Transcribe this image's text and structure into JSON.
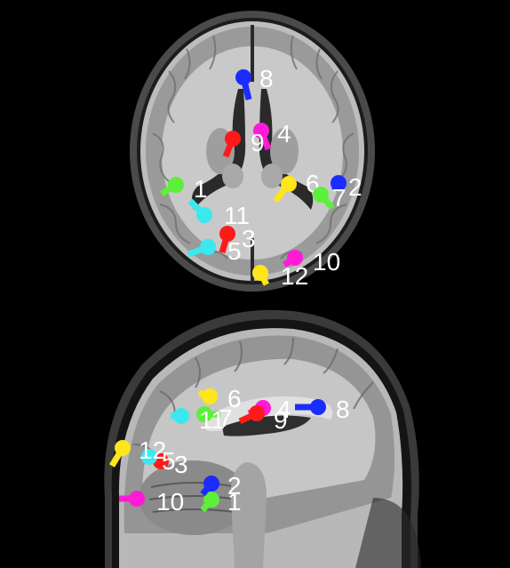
{
  "colors": {
    "background": "#000000",
    "red": "#ff1a1a",
    "blue": "#1a2cff",
    "magenta": "#ff1ad8",
    "green": "#5cf03a",
    "cyan": "#3ae8f0",
    "yellow": "#ffe61a",
    "label": "#ffffff"
  },
  "views": [
    {
      "name": "axial-view",
      "markers": [
        {
          "label": "1",
          "color": "green"
        },
        {
          "label": "2",
          "color": "blue"
        },
        {
          "label": "3",
          "color": "red"
        },
        {
          "label": "4",
          "color": "magenta"
        },
        {
          "label": "5",
          "color": "cyan"
        },
        {
          "label": "6",
          "color": "yellow"
        },
        {
          "label": "7",
          "color": "green"
        },
        {
          "label": "8",
          "color": "blue"
        },
        {
          "label": "9",
          "color": "red"
        },
        {
          "label": "10",
          "color": "magenta"
        },
        {
          "label": "11",
          "color": "cyan"
        },
        {
          "label": "12",
          "color": "yellow"
        }
      ]
    },
    {
      "name": "sagittal-view",
      "markers": [
        {
          "label": "1",
          "color": "green"
        },
        {
          "label": "2",
          "color": "blue"
        },
        {
          "label": "3",
          "color": "red"
        },
        {
          "label": "4",
          "color": "magenta"
        },
        {
          "label": "5",
          "color": "cyan"
        },
        {
          "label": "6",
          "color": "yellow"
        },
        {
          "label": "7",
          "color": "green"
        },
        {
          "label": "8",
          "color": "blue"
        },
        {
          "label": "9",
          "color": "red"
        },
        {
          "label": "10",
          "color": "magenta"
        },
        {
          "label": "11",
          "color": "cyan"
        },
        {
          "label": "12",
          "color": "yellow"
        }
      ]
    }
  ]
}
